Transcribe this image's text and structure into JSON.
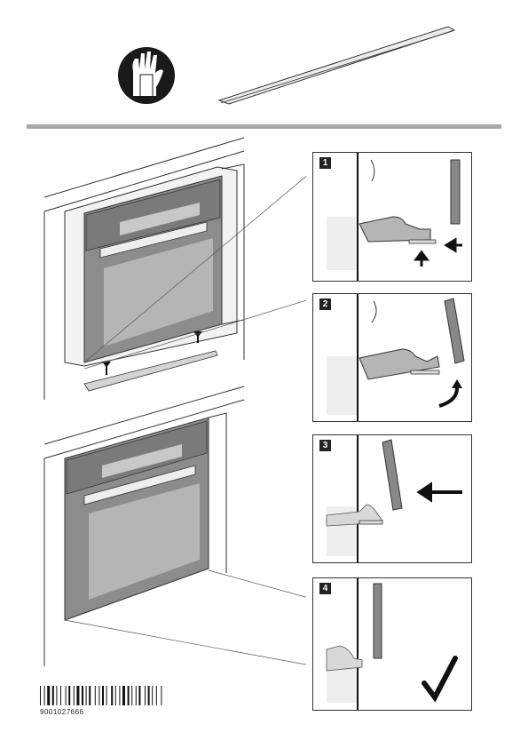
{
  "steps": [
    {
      "number": "1",
      "arrows": [
        "arrow-left",
        "arrow-up"
      ]
    },
    {
      "number": "2",
      "arrows": [
        "arrow-curved"
      ]
    },
    {
      "number": "3",
      "arrows": [
        "arrow-left"
      ]
    },
    {
      "number": "4",
      "arrows": [
        "checkmark"
      ]
    }
  ],
  "icons": {
    "safety": "gloves-icon",
    "confirm": "checkmark-icon"
  },
  "barcode": {
    "number": "9001027666"
  },
  "colors": {
    "stroke": "#333333",
    "panel_fill": "#8c8c8c",
    "bracket_fill": "#b5b5b5",
    "divider": "#a8a8a8"
  }
}
